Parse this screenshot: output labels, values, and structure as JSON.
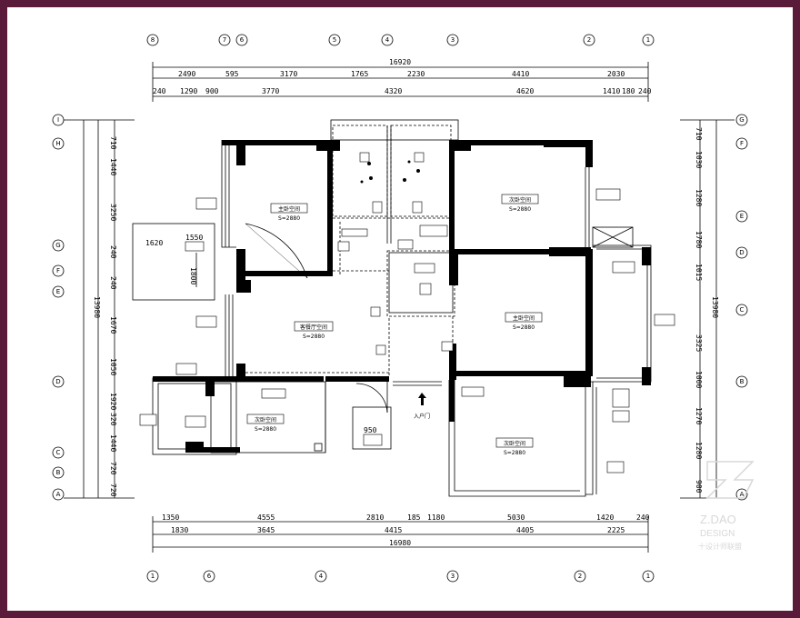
{
  "top_overall": "16920",
  "top_row1": [
    "2490",
    "595",
    "3170",
    "1765",
    "2230",
    "4410",
    "2030"
  ],
  "top_row2": [
    "240",
    "1290",
    "900",
    "3770",
    "4320",
    "4620",
    "1410",
    "180",
    "240"
  ],
  "bottom_row1": [
    "1350",
    "4555",
    "2810",
    "1180",
    "185",
    "5030",
    "1420",
    "240"
  ],
  "bottom_row2": [
    "1830",
    "3645",
    "4415",
    "4405",
    "2225"
  ],
  "bottom_overall": "16980",
  "left_row": [
    "710",
    "1440",
    "3250",
    "240",
    "240",
    "1670",
    "1050",
    "1920",
    "320",
    "1440",
    "720",
    "720"
  ],
  "left_total": "13980",
  "right_row": [
    "710",
    "1030",
    "1280",
    "1780",
    "1015",
    "3325",
    "1000",
    "1270",
    "1280",
    "900"
  ],
  "right_total": "13980",
  "axes_top": [
    "8",
    "7",
    "6",
    "5",
    "4",
    "3",
    "2",
    "1"
  ],
  "axes_left": [
    "I",
    "H",
    "G",
    "F",
    "E",
    "D",
    "C",
    "B",
    "A"
  ],
  "axes_right": [
    "G",
    "F",
    "E",
    "D",
    "C",
    "B",
    "A"
  ],
  "room_labels": [
    "主卧空间",
    "次卧空间",
    "客餐厅空间",
    "主卧空间",
    "次卧空间",
    "次卧空间"
  ],
  "room_area": "S=2880",
  "stair_label": "1620",
  "stair_label2": "1550",
  "stair_label3": "1800",
  "entry_label": "入户门",
  "entry_size": "950",
  "watermark": {
    "line1": "Z.DAO",
    "line2": "DESIGN",
    "line3": "十设计师联盟"
  }
}
